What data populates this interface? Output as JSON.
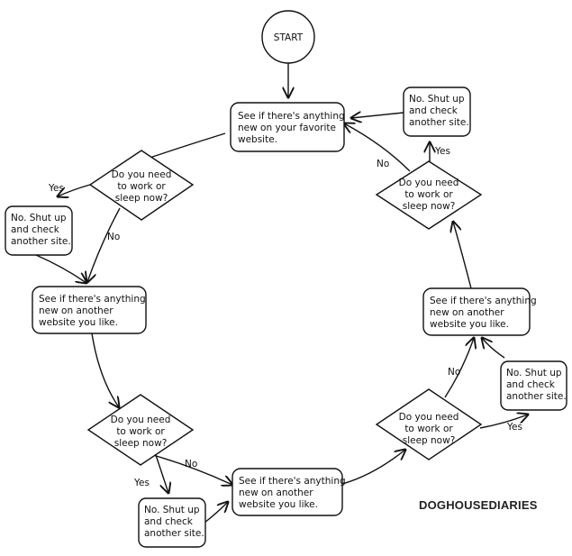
{
  "nodes": {
    "start": "START",
    "box_favorite": [
      "See if there's anything",
      "new on your favorite",
      "website."
    ],
    "box_left": [
      "See if there's anything",
      "new on another",
      "website you like."
    ],
    "box_bottom": [
      "See if there's anything",
      "new on another",
      "website you like."
    ],
    "box_right": [
      "See if there's anything",
      "new on another",
      "website you like."
    ],
    "decision": [
      "Do you need",
      "to work or",
      "sleep now?"
    ],
    "shutup": [
      "No. Shut up",
      "and check",
      "another site."
    ]
  },
  "edge_labels": {
    "yes": "Yes",
    "no": "No"
  },
  "brand": "DOGHOUSEDIARIES"
}
